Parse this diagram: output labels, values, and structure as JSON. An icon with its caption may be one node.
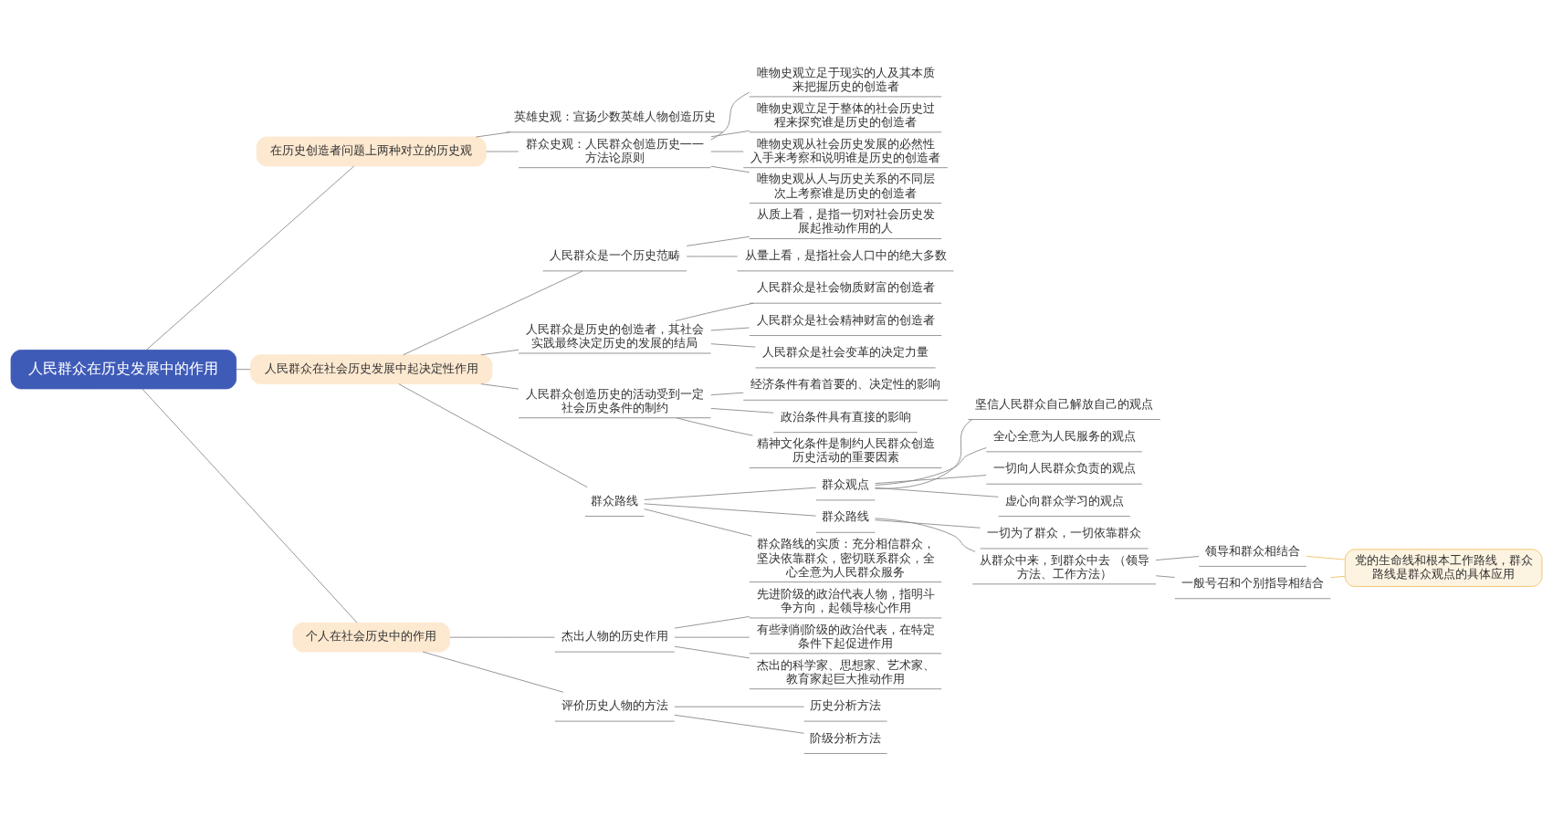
{
  "diagram": {
    "nodes": [
      {
        "text": [
          "人民群众在历史发展中的作用"
        ]
      },
      {
        "text": [
          "在历史创造者问题上两种对立的历史观"
        ]
      },
      {
        "text": [
          "英雄史观：宣扬少数英雄人物创造历史"
        ]
      },
      {
        "text": [
          "群众史观：人民群众创造历史——方法论原则"
        ]
      },
      {
        "text": [
          "唯物史观立足于现实的人及其本质来把握历史的创造者"
        ]
      },
      {
        "text": [
          "唯物史观立足于整体的社会历史过程来探究谁是历史的创造者"
        ]
      },
      {
        "text": [
          "唯物史观从社会历史发展的必然性入手来考察和说明谁是历史的创造者"
        ]
      },
      {
        "text": [
          "唯物史观从人与历史关系的不同层次上考察谁是历史的创造者"
        ]
      },
      {
        "text": [
          "人民群众在社会历史发展中起决定性作用"
        ]
      },
      {
        "text": [
          "人民群众是一个历史范畴"
        ]
      },
      {
        "text": [
          "从质上看，是指一切对社会历史发展起推动作用的人"
        ]
      },
      {
        "text": [
          "从量上看，是指社会人口中的绝大多数"
        ]
      },
      {
        "text": [
          "人民群众是历史的创造者，其社会实践最终决定历史的发展的结局"
        ]
      },
      {
        "text": [
          "人民群众是社会物质财富的创造者"
        ]
      },
      {
        "text": [
          "人民群众是社会精神财富的创造者"
        ]
      },
      {
        "text": [
          "人民群众是社会变革的决定力量"
        ]
      },
      {
        "text": [
          "人民群众创造历史的活动受到一定社会历史条件的制约"
        ]
      },
      {
        "text": [
          "经济条件有着首要的、决定性的影响"
        ]
      },
      {
        "text": [
          "政治条件具有直接的影响"
        ]
      },
      {
        "text": [
          "精神文化条件是制约人民群众创造历史活动的重要因素"
        ]
      },
      {
        "text": [
          "群众路线"
        ]
      },
      {
        "text": [
          "群众观点"
        ]
      },
      {
        "text": [
          "坚信人民群众自己解放自己的观点"
        ]
      },
      {
        "text": [
          "全心全意为人民服务的观点"
        ]
      },
      {
        "text": [
          "一切向人民群众负责的观点"
        ]
      },
      {
        "text": [
          "虚心向群众学习的观点"
        ]
      },
      {
        "text": [
          "群众路线"
        ]
      },
      {
        "text": [
          "一切为了群众，一切依靠群众"
        ]
      },
      {
        "text": [
          "从群众中来，到群众中去 （领导方法、工作方法）"
        ]
      },
      {
        "text": [
          "领导和群众相结合"
        ]
      },
      {
        "text": [
          "一般号召和个别指导相结合"
        ]
      },
      {
        "text": [
          "群众路线的实质：充分相信群众，坚决依靠群众，密切联系群众，全心全意为人民群众服务"
        ]
      },
      {
        "text": [
          "个人在社会历史中的作用"
        ]
      },
      {
        "text": [
          "杰出人物的历史作用"
        ]
      },
      {
        "text": [
          "先进阶级的政治代表人物，指明斗争方向，起领导核心作用"
        ]
      },
      {
        "text": [
          "有些剥削阶级的政治代表，在特定条件下起促进作用"
        ]
      },
      {
        "text": [
          "杰出的科学家、思想家、艺术家、教育家起巨大推动作用"
        ]
      },
      {
        "text": [
          "评价历史人物的方法"
        ]
      },
      {
        "text": [
          "历史分析方法"
        ]
      },
      {
        "text": [
          "阶级分析方法"
        ]
      },
      {
        "text": [
          "党的生命线和根本工作路线，群众路线是群众观点的具体应用"
        ]
      }
    ],
    "edges": [
      {
        "from": 0,
        "to": 1,
        "arrow": "none"
      },
      {
        "from": 1,
        "to": 2,
        "arrow": "none"
      },
      {
        "from": 1,
        "to": 3,
        "arrow": "none"
      },
      {
        "from": 3,
        "to": 4,
        "arrow": "none"
      },
      {
        "from": 3,
        "to": 5,
        "arrow": "none"
      },
      {
        "from": 3,
        "to": 6,
        "arrow": "none"
      },
      {
        "from": 3,
        "to": 7,
        "arrow": "none"
      },
      {
        "from": 0,
        "to": 8,
        "arrow": "none"
      },
      {
        "from": 8,
        "to": 9,
        "arrow": "none"
      },
      {
        "from": 9,
        "to": 10,
        "arrow": "none"
      },
      {
        "from": 9,
        "to": 11,
        "arrow": "none"
      },
      {
        "from": 8,
        "to": 12,
        "arrow": "none"
      },
      {
        "from": 12,
        "to": 13,
        "arrow": "none"
      },
      {
        "from": 12,
        "to": 14,
        "arrow": "none"
      },
      {
        "from": 12,
        "to": 15,
        "arrow": "none"
      },
      {
        "from": 8,
        "to": 16,
        "arrow": "none"
      },
      {
        "from": 16,
        "to": 17,
        "arrow": "none"
      },
      {
        "from": 16,
        "to": 18,
        "arrow": "none"
      },
      {
        "from": 16,
        "to": 19,
        "arrow": "none"
      },
      {
        "from": 8,
        "to": 20,
        "arrow": "none"
      },
      {
        "from": 20,
        "to": 21,
        "arrow": "none"
      },
      {
        "from": 21,
        "to": 22,
        "arrow": "none"
      },
      {
        "from": 21,
        "to": 23,
        "arrow": "none"
      },
      {
        "from": 21,
        "to": 24,
        "arrow": "none"
      },
      {
        "from": 21,
        "to": 25,
        "arrow": "none"
      },
      {
        "from": 20,
        "to": 26,
        "arrow": "none"
      },
      {
        "from": 26,
        "to": 27,
        "arrow": "none"
      },
      {
        "from": 26,
        "to": 28,
        "arrow": "none"
      },
      {
        "from": 28,
        "to": 29,
        "arrow": "none"
      },
      {
        "from": 28,
        "to": 30,
        "arrow": "none"
      },
      {
        "from": 20,
        "to": 31,
        "arrow": "none"
      },
      {
        "from": 0,
        "to": 32,
        "arrow": "none"
      },
      {
        "from": 32,
        "to": 33,
        "arrow": "none"
      },
      {
        "from": 33,
        "to": 34,
        "arrow": "none"
      },
      {
        "from": 33,
        "to": 35,
        "arrow": "none"
      },
      {
        "from": 33,
        "to": 36,
        "arrow": "none"
      },
      {
        "from": 32,
        "to": 37,
        "arrow": "none"
      },
      {
        "from": 37,
        "to": 38,
        "arrow": "none"
      },
      {
        "from": 37,
        "to": 39,
        "arrow": "none"
      },
      {
        "from": 29,
        "to": 40,
        "arrow": "none",
        "color": "#f0c060"
      },
      {
        "from": 30,
        "to": 40,
        "arrow": "none",
        "color": "#f0c060"
      }
    ]
  }
}
